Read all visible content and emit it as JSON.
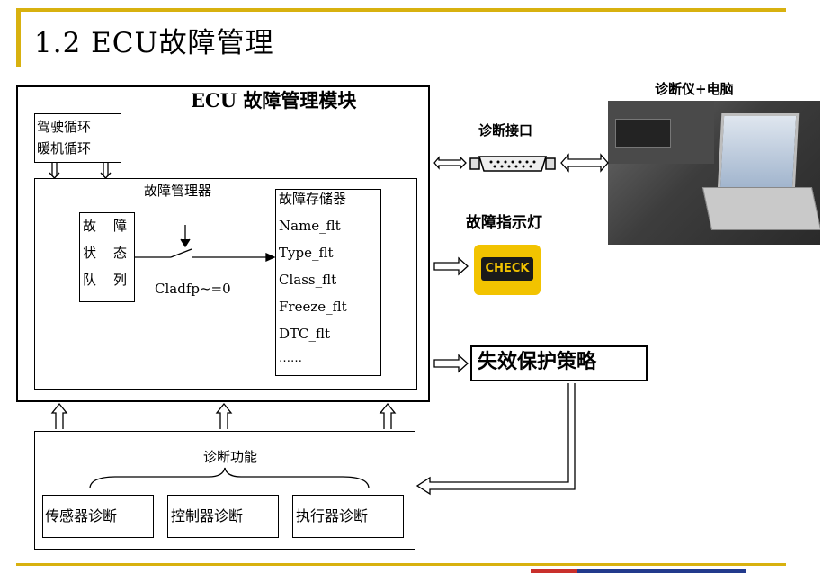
{
  "slide": {
    "title": "1.2 ECU故障管理"
  },
  "ecu_module": {
    "title": "ECU 故障管理模块",
    "driving_cycle": "驾驶循环",
    "warmup_cycle": "暖机循环"
  },
  "fault_manager": {
    "title": "故障管理器",
    "status_queue": [
      "故",
      "障",
      "状",
      "态",
      "队",
      "列"
    ],
    "condition": "Cladfp~=0"
  },
  "fault_memory": {
    "title": "故障存储器",
    "fields": [
      "Name_flt",
      "Type_flt",
      "Class_flt",
      "Freeze_flt",
      "DTC_flt",
      "……"
    ]
  },
  "diag_interface": {
    "label": "诊断接口"
  },
  "diag_tool": {
    "label": "诊断仪+电脑"
  },
  "fault_lamp": {
    "label": "故障指示灯",
    "badge": "CHECK"
  },
  "failsafe": {
    "label": "失效保护策略"
  },
  "diag_functions": {
    "title": "诊断功能",
    "items": [
      "传感器诊断",
      "控制器诊断",
      "执行器诊断"
    ]
  },
  "colors": {
    "accent": "#d8b10f",
    "lamp": "#f2c300",
    "footer_red": "#c9302c",
    "footer_blue": "#223a8c"
  }
}
